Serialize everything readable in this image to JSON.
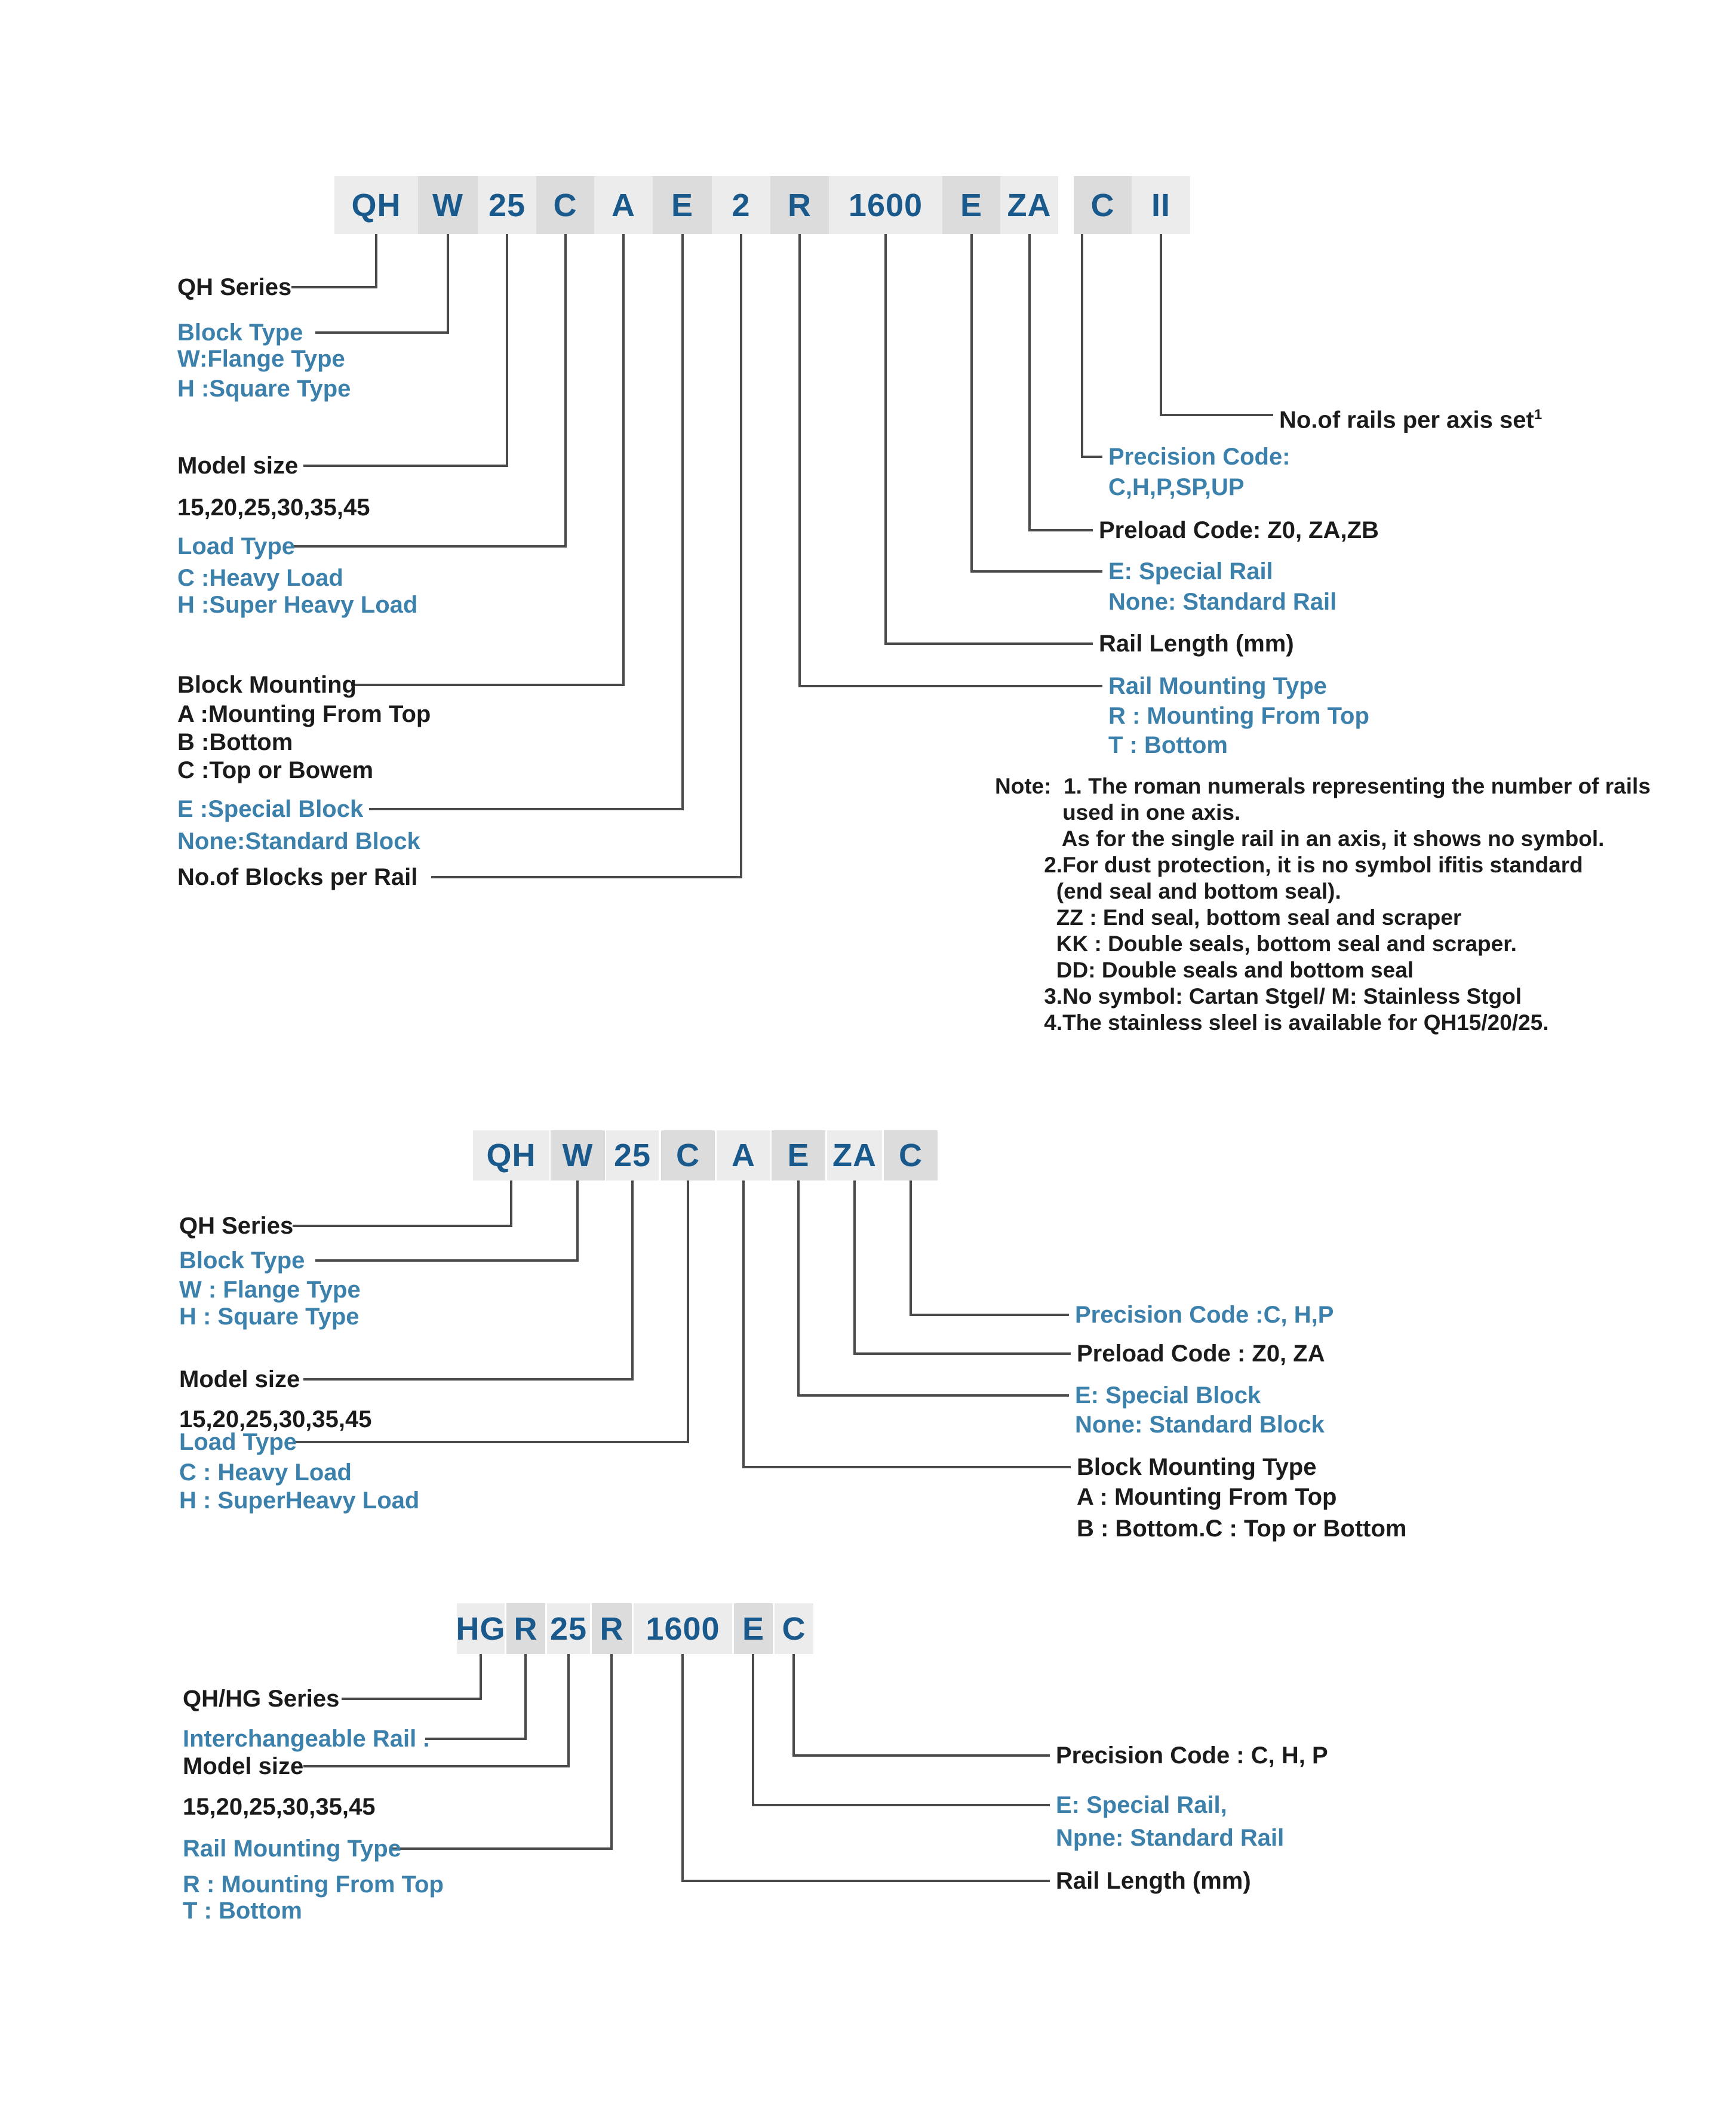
{
  "colors": {
    "background": "#ffffff",
    "code_text": "#19598c",
    "label_blue": "#3c80ac",
    "label_black": "#1b1b1b",
    "line": "#4a4a4a",
    "box_light": "#ececec",
    "box_dark": "#dcdcdc"
  },
  "s1": {
    "code": [
      "QH",
      "W",
      "25",
      "C",
      "A",
      "E",
      "2",
      "R",
      "1600",
      "E",
      "ZA",
      "C",
      "II"
    ],
    "left": {
      "qh_series": "QH Series",
      "block_type": "Block Type",
      "w_flange": "W:Flange Type",
      "h_square": "H :Square Type",
      "model_size": "Model size",
      "sizes": "15,20,25,30,35,45",
      "load_type": "Load Type",
      "c_heavy": "C :Heavy Load",
      "h_super": "H :Super Heavy Load",
      "block_mounting": "Block Mounting",
      "a_top": "A :Mounting From Top",
      "b_bottom": "B :Bottom",
      "c_top_bowem": "C :Top or Bowem",
      "e_special_block": "E :Special Block",
      "none_standard_block": "None:Standard Block",
      "blocks_per_rail": "No.of Blocks per Rail"
    },
    "right": {
      "rails_per_axis": "No.of rails per axis set",
      "rails_per_axis_sup": "1",
      "precision": "Precision Code:",
      "precision_codes": "C,H,P,SP,UP",
      "preload": "Preload Code: Z0, ZA,ZB",
      "e_special_rail": "E: Special Rail",
      "none_standard_rail": "None: Standard Rail",
      "rail_length": "Rail Length (mm)",
      "rail_mounting": "Rail Mounting Type",
      "r_top": "R : Mounting From Top",
      "t_bottom": "T : Bottom"
    },
    "note": "Note:  1. The roman numerals representing the number of rails\n           used in one axis.\n           As for the single rail in an axis, it shows no symbol.\n        2.For dust protection, it is no symbol ifitis standard\n          (end seal and bottom seal).\n          ZZ : End seal, bottom seal and scraper\n          KK : Double seals, bottom seal and scraper.\n          DD: Double seals and bottom seal\n        3.No symbol: Cartan Stgel/ M: Stainless Stgol\n        4.The stainless sleel is available for QH15/20/25."
  },
  "s2": {
    "code": [
      "QH",
      "W",
      "25",
      "C",
      "A",
      "E",
      "ZA",
      "C"
    ],
    "left": {
      "qh_series": "QH Series",
      "block_type": "Block Type",
      "w_flange": "W : Flange Type",
      "h_square": "H : Square Type",
      "model_size": "Model size",
      "sizes": "15,20,25,30,35,45",
      "load_type": "Load Type",
      "c_heavy": "C : Heavy Load",
      "h_super": "H : SuperHeavy Load"
    },
    "right": {
      "precision": "Precision Code :C, H,P",
      "preload": "Preload Code : Z0, ZA",
      "e_special_block": "E: Special Block",
      "none_standard_block": "None: Standard Block",
      "block_mounting": "Block Mounting Type",
      "a_top": "A : Mounting From Top",
      "b_bottom_c": "B : Bottom.C : Top or Bottom"
    }
  },
  "s3": {
    "code": [
      "HG",
      "R",
      "25",
      "R",
      "1600",
      "E",
      "C"
    ],
    "left": {
      "series": "QH/HG Series",
      "interchangeable": "Interchangeable Rail .",
      "model_size": "Model size",
      "sizes": "15,20,25,30,35,45",
      "rail_mounting": "Rail Mounting Type",
      "r_top": "R : Mounting From Top",
      "t_bottom": "T : Bottom"
    },
    "right": {
      "precision": "Precision Code : C, H, P",
      "e_special_rail": "E: Special Rail,",
      "npne_standard_rail": "Npne: Standard Rail",
      "rail_length": "Rail Length (mm)"
    }
  }
}
